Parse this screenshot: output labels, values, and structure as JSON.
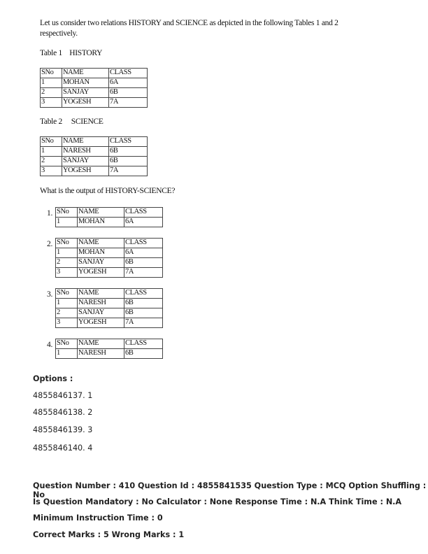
{
  "intro_line1": "Let us consider two relations HISTORY and SCIENCE as depicted in the following Tables 1 and 2",
  "intro_line2": "respectively.",
  "table1_caption": "Table 1    HISTORY",
  "table2_caption": "Table 2     SCIENCE",
  "question": "What is the output of HISTORY-SCIENCE?",
  "headers": [
    "SNo",
    "NAME",
    "CLASS"
  ],
  "table1": [
    [
      "1",
      "MOHAN",
      "6A"
    ],
    [
      "2",
      "SANJAY",
      "6B"
    ],
    [
      "3",
      "YOGESH",
      "7A"
    ]
  ],
  "table2": [
    [
      "1",
      "NARESH",
      "6B"
    ],
    [
      "2",
      "SANJAY",
      "6B"
    ],
    [
      "3",
      "YOGESH",
      "7A"
    ]
  ],
  "choices": [
    {
      "num": "1.",
      "rows": [
        [
          "1",
          "MOHAN",
          "6A"
        ]
      ]
    },
    {
      "num": "2.",
      "rows": [
        [
          "1",
          "MOHAN",
          "6A"
        ],
        [
          "2",
          "SANJAY",
          "6B"
        ],
        [
          "3",
          "YOGESH",
          "7A"
        ]
      ]
    },
    {
      "num": "3.",
      "rows": [
        [
          "1",
          "NARESH",
          "6B"
        ],
        [
          "2",
          "SANJAY",
          "6B"
        ],
        [
          "3",
          "YOGESH",
          "7A"
        ]
      ]
    },
    {
      "num": "4.",
      "rows": [
        [
          "1",
          "NARESH",
          "6B"
        ]
      ]
    }
  ],
  "options_label": "Options :",
  "options": [
    "4855846137. 1",
    "4855846138. 2",
    "4855846139. 3",
    "4855846140. 4"
  ],
  "meta": [
    "Question Number : 410 Question Id : 4855841535 Question Type : MCQ Option Shuffling : No",
    "Is Question Mandatory : No Calculator : None Response Time : N.A Think Time : N.A",
    "Minimum Instruction Time : 0",
    "Correct Marks : 5 Wrong Marks : 1"
  ]
}
